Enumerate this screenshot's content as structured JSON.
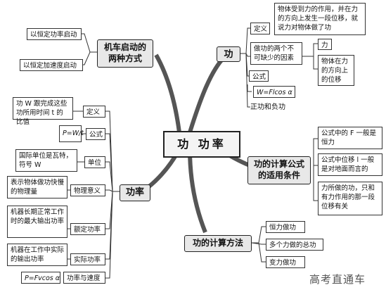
{
  "center": "功 功率",
  "branches": {
    "work": {
      "title": "功",
      "definition_label": "定义",
      "definition_text": "物体受到力的作用，并在力的方向上发生一段位移，就说力对物体做了功",
      "factors_label": "做功的两个不可缺少的因素",
      "factor_force": "力",
      "factor_displacement": "物体在力的方向上的位移",
      "formula_label": "公式",
      "formula": "W=Flcos α",
      "sign_label": "正功和负功"
    },
    "locomotive": {
      "title": "机车启动的两种方式",
      "mode_power": "以恒定功率启动",
      "mode_accel": "以恒定加速度启动"
    },
    "power": {
      "title": "功率",
      "definition_label": "定义",
      "definition_text": "功 W 跟完成这些功所用时间 t 的比值",
      "formula_label": "公式",
      "formula": "P=W/t",
      "unit_label": "单位",
      "unit_text": "国际单位是瓦特，符号 W",
      "meaning_label": "物理意义",
      "meaning_text": "表示物体做功快慢的物理量",
      "rated_label": "额定功率",
      "rated_text": "机器长期正常工作时的最大输出功率",
      "actual_label": "实际功率",
      "actual_text": "机器在工作中实际的输出功率",
      "relation_formula": "P=Fvcos α",
      "relation_label": "功率与速度"
    },
    "applicability": {
      "title": "功的计算公式的适用条件",
      "cond_force": "公式中的 F 一般是恒力",
      "cond_disp": "公式中位移 l 一般是对地面而言的",
      "cond_work": "力所做的功，只和有力作用的那一段位移有关"
    },
    "methods": {
      "title": "功的计算方法",
      "m_constant": "恒力做功",
      "m_total": "多个力做的总功",
      "m_variable": "变力做功"
    }
  },
  "watermark": "高考直通车"
}
